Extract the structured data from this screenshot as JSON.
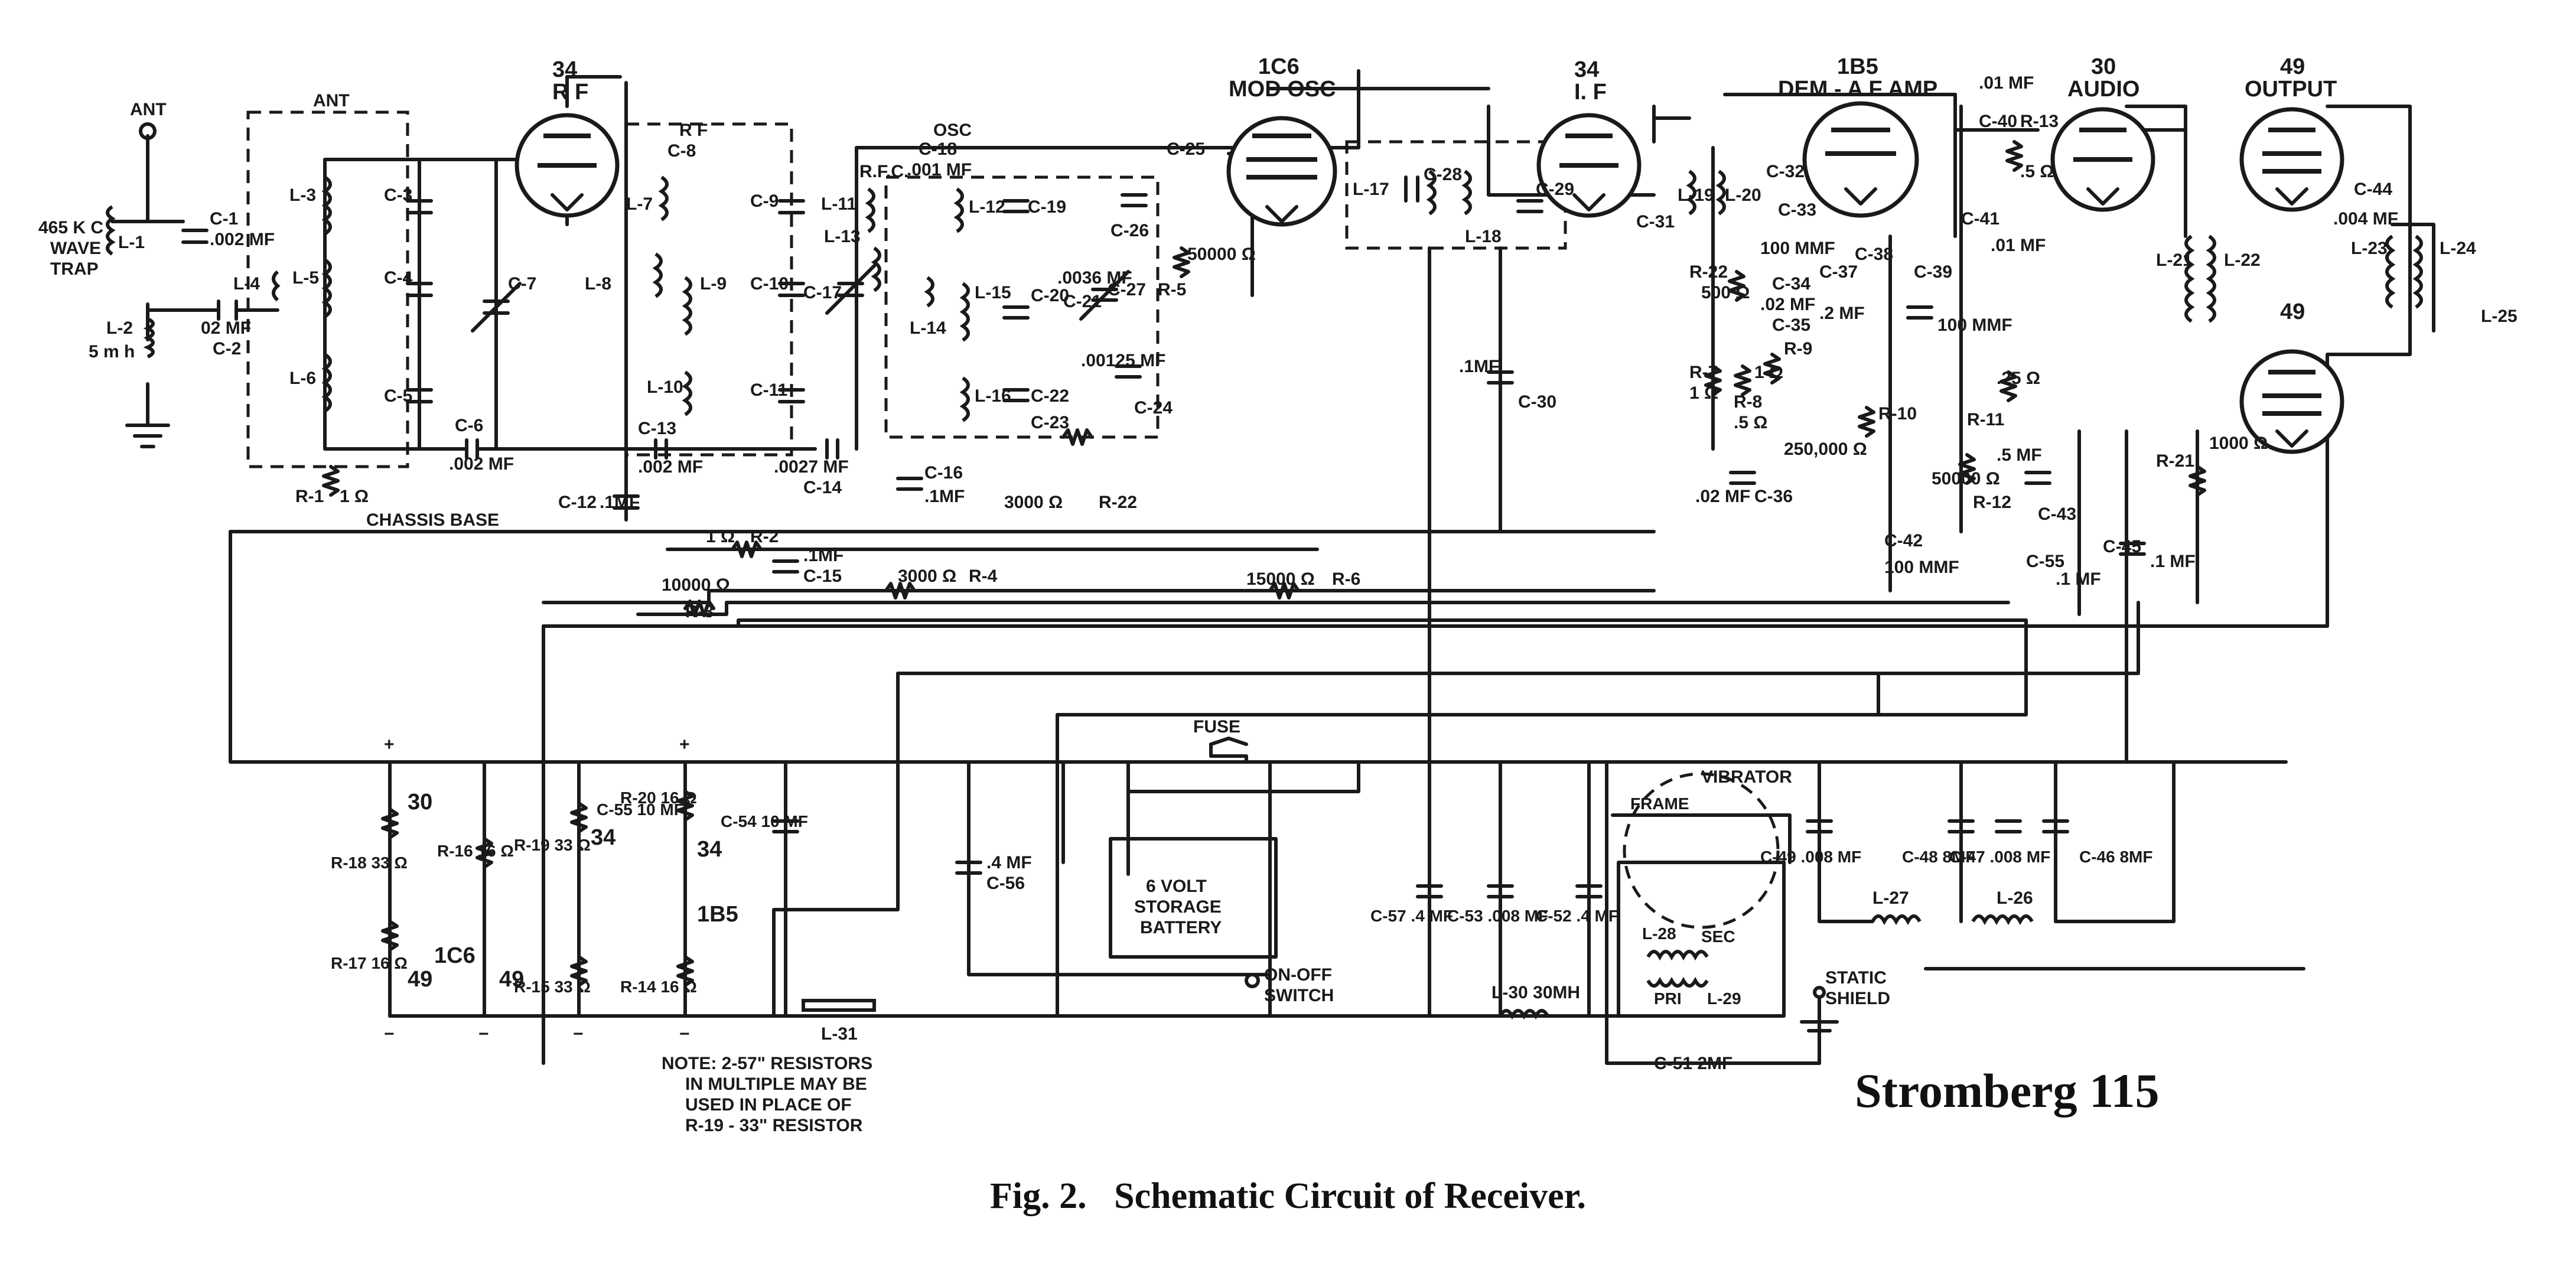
{
  "brand": "Stromberg 115",
  "caption": "Fig. 2.   Schematic Circuit of Receiver.",
  "tubes": {
    "rf": {
      "type": "34",
      "role": "R F"
    },
    "mod_osc": {
      "type": "1C6",
      "role": "MOD OSC"
    },
    "if": {
      "type": "34",
      "role": "I. F"
    },
    "det": {
      "type": "1B5",
      "role": "DEM - A F AMP"
    },
    "audio": {
      "type": "30",
      "role": "AUDIO"
    },
    "output": {
      "type": "49",
      "role": "OUTPUT"
    },
    "output2": {
      "type": "49"
    }
  },
  "labels": {
    "ant": "ANT",
    "ant_box": "ANT",
    "rf_box": "R F",
    "osc": "OSC",
    "trap1": "465 K C",
    "trap2": "WAVE",
    "trap3": "TRAP",
    "chassis": "CHASSIS BASE",
    "fuse": "FUSE",
    "battery1": "6 VOLT",
    "battery2": "STORAGE",
    "battery3": "BATTERY",
    "plus": "+",
    "minus": "−",
    "switch1": "ON-OFF",
    "switch2": "SWITCH",
    "vibrator": "VIBRATOR",
    "static1": "STATIC",
    "static2": "SHIELD",
    "frame": "FRAME",
    "sec": "SEC",
    "pri": "PRI",
    "rfc": "R.F.C.",
    "note1": "NOTE: 2-57\" RESISTORS",
    "note2": "IN MULTIPLE MAY BE",
    "note3": "USED IN PLACE OF",
    "note4": "R-19 - 33\" RESISTOR"
  },
  "components": {
    "c1": "C-1",
    "c1v": ".002 MF",
    "c2": "C-2",
    "c2v": "02 MF",
    "l1": "L-1",
    "l2": "L-2",
    "l2v": "5 m h",
    "l3": "L-3",
    "l4": "L-4",
    "l5": "L-5",
    "l6": "L-6",
    "l7": "L-7",
    "l8": "L-8",
    "l9": "L-9",
    "l10": "L-10",
    "l11": "L-11",
    "l12": "L-12",
    "l13": "L-13",
    "l14": "L-14",
    "l15": "L-15",
    "l16": "L-16",
    "l17": "L-17",
    "l18": "L-18",
    "l19": "L-19",
    "l20": "L-20",
    "l21": "L-21",
    "l22": "L-22",
    "l23": "L-23",
    "l24": "L-24",
    "l25": "L-25",
    "l26": "L-26",
    "l27": "L-27",
    "l28": "L-28",
    "l29": "L-29",
    "l30": "L-30 30MH",
    "l31": "L-31",
    "c3": "C-3",
    "c4": "C-4",
    "c5": "C-5",
    "c6": "C-6",
    "c6v": ".002 MF",
    "c7": "C-7",
    "c8": "C-8",
    "c9": "C-9",
    "c10": "C-10",
    "c11": "C-11",
    "c12": "C-12",
    "c12v": ".1MF",
    "c13": "C-13",
    "c13v": ".002 MF",
    "c14": "C-14",
    "c14v": ".0027 MF",
    "c15": "C-15",
    "c15v": ".1MF",
    "c16": "C-16",
    "c16v": ".1MF",
    "c18": "C-18",
    "c18v": ".001 MF",
    "c17": "C-17",
    "c19": "C-19",
    "c20": "C-20",
    "c21": "C-21",
    "c21v": ".0036 MF",
    "c22": "C-22",
    "c23": "C-23",
    "c24": "C-24",
    "c24v": ".00125 MF",
    "c25": "C-25",
    "c26": "C-26",
    "c27": "C-27",
    "c28": "C-28",
    "c29": "C-29",
    "c30": "C-30",
    "c30v": ".1MF",
    "c31": "C-31",
    "c32": "C-32",
    "c33": "C-33",
    "c34": "C-34",
    "c34v": "100 MMF",
    "c35": "C-35",
    "c35v": ".02 MF",
    "c36": "C-36",
    "c36v": ".02 MF",
    "c37": "C-37",
    "c38": "C-38",
    "c38v": ".2 MF",
    "c39": "C-39",
    "c39v": "100 MMF",
    "c40": "C-40",
    "c40v": ".01 MF",
    "c41": "C-41",
    "c41v": ".01 MF",
    "c42": "C-42",
    "c42v": "100 MMF",
    "c43": "C-43",
    "c43v": ".5 MF",
    "c44": "C-44",
    "c44v": ".004 MF",
    "c45": "C-45",
    "c45v": ".1 MF",
    "c46": "C-46 8MF",
    "c47": "C-47 .008 MF",
    "c48": "C-48 8MF",
    "c49": "C-49 .008 MF",
    "c51": "C-51  2MF",
    "c52": "C-52 .4 MF",
    "c53": "C-53 .008 MF",
    "c54": "C-54 10 MF",
    "c55": "C-55 10 MF",
    "c55b": "C-55",
    "c55bv": ".1 MF",
    "c56": "C-56",
    "c56v": ".4 MF",
    "c57": "C-57 .4 MF",
    "r1": "R-1",
    "r1v": "1 Ω",
    "r2": "R-2",
    "r2v": "1 Ω",
    "r3": "R-3",
    "r3v": "10000 Ω",
    "r4": "R-4",
    "r4v": "3000 Ω",
    "r5": "R-5",
    "r5v": "50000 Ω",
    "r6": "R-6",
    "r6v": "15000 Ω",
    "r7": "R-7",
    "r7v": "1 Ω",
    "r8": "R-8",
    "r8v": ".5 Ω",
    "r9": "R-9",
    "r9v": "1 Ω",
    "r10": "R-10",
    "r10v": "250,000 Ω",
    "r11": "R-11",
    "r11v": ".25 Ω",
    "r12": "R-12",
    "r12v": "50000 Ω",
    "r13": "R-13",
    "r13v": ".5 Ω",
    "r14": "R-14 16 Ω",
    "r15": "R-15 33 Ω",
    "r16": "R-16 16 Ω",
    "r17": "R-17 16 Ω",
    "r18": "R-18 33 Ω",
    "r19": "R-19 33 Ω",
    "r20": "R-20 16 Ω",
    "r21": "R-21",
    "r21v": "1000 Ω",
    "r22": "R-22",
    "r22v": "3000 Ω",
    "r22b": "R-22",
    "r22bv": "500 Ω"
  },
  "filament": {
    "t30": "30",
    "t34a": "34",
    "t34b": "34",
    "t1c6": "1C6",
    "t49a": "49",
    "t49b": "49",
    "t1b5": "1B5"
  }
}
